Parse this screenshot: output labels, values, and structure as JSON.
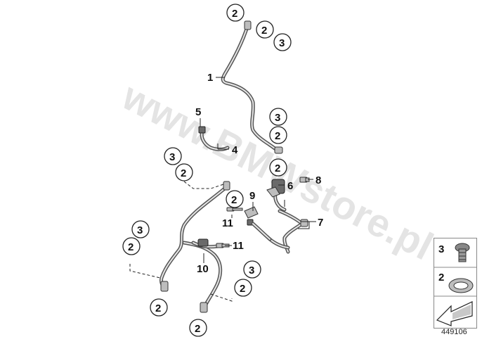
{
  "watermark": "www.BMWstore.pl",
  "diagram_id": "449106",
  "labels": {
    "l1": "1",
    "l4": "4",
    "l5": "5",
    "l6": "6",
    "l7": "7",
    "l8": "8",
    "l9": "9",
    "l10": "10",
    "l11a": "11",
    "l11b": "11"
  },
  "callouts": {
    "c2": "2",
    "c3": "3"
  },
  "legend": {
    "item3": "3",
    "item2": "2"
  }
}
